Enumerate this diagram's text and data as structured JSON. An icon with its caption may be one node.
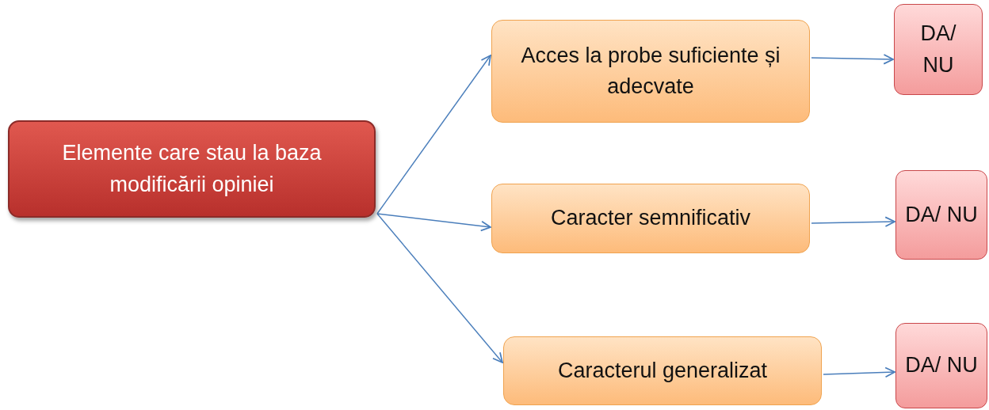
{
  "diagram": {
    "nodes": [
      {
        "text": [
          "Elemente care stau la baza modificării opiniei"
        ]
      },
      {
        "text": [
          "Acces la probe suficiente și adecvate"
        ]
      },
      {
        "text": [
          "Caracter semnificativ"
        ]
      },
      {
        "text": [
          "Caracterul generalizat"
        ]
      },
      {
        "text": [
          "DA/ NU"
        ]
      },
      {
        "text": [
          "DA/ NU"
        ]
      },
      {
        "text": [
          "DA/ NU"
        ]
      }
    ],
    "edges": [
      {
        "from": 0,
        "to": 1,
        "arrow": "to"
      },
      {
        "from": 0,
        "to": 2,
        "arrow": "to"
      },
      {
        "from": 0,
        "to": 3,
        "arrow": "to"
      },
      {
        "from": 1,
        "to": 4,
        "arrow": "to"
      },
      {
        "from": 2,
        "to": 5,
        "arrow": "to"
      },
      {
        "from": 3,
        "to": 6,
        "arrow": "to"
      }
    ]
  }
}
